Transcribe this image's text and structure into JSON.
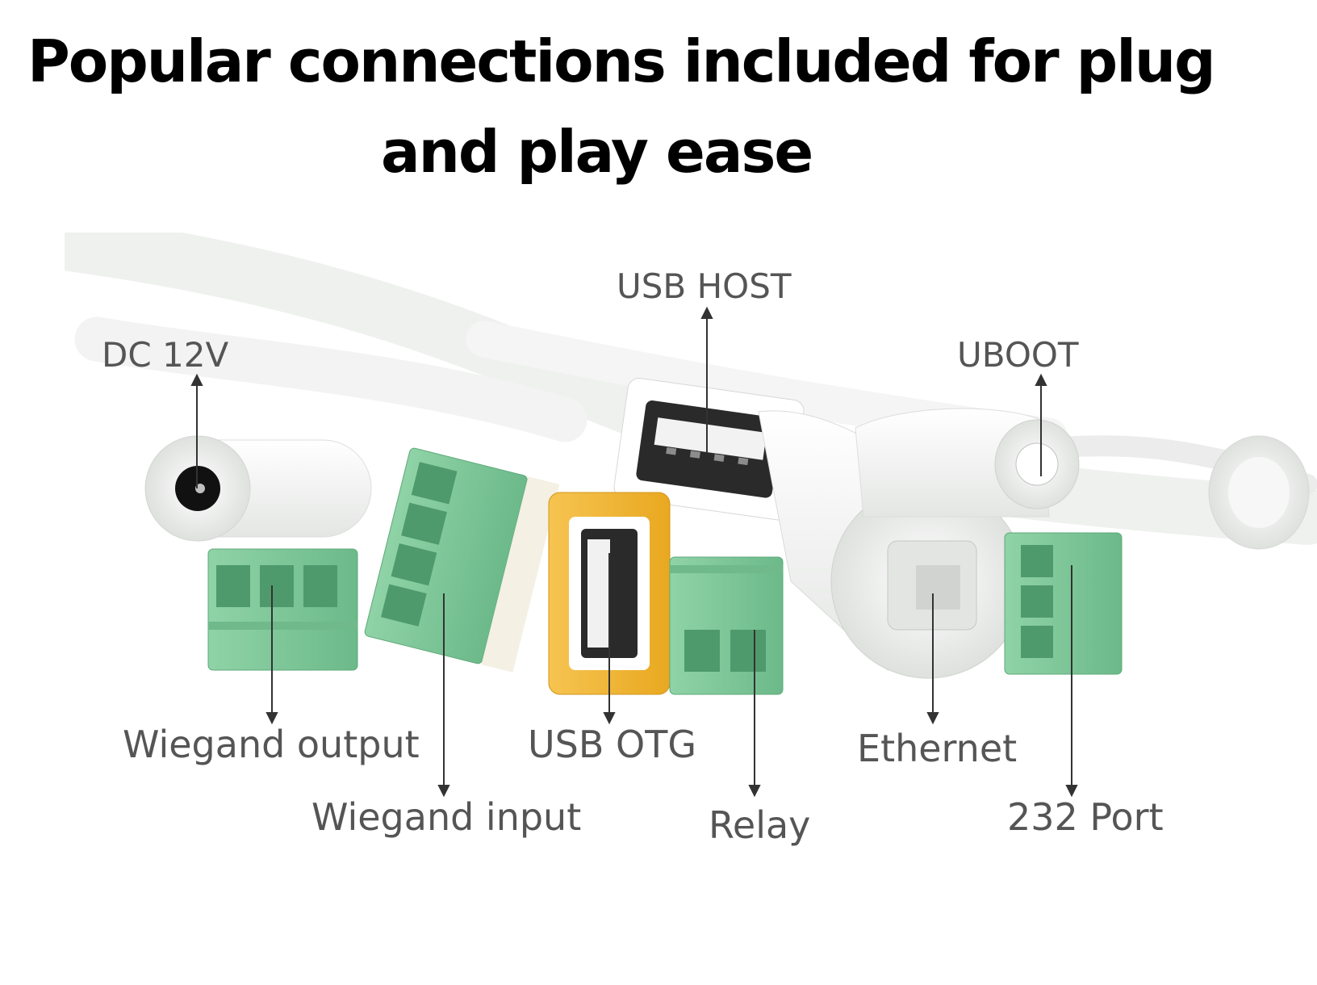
{
  "title": {
    "line1": "Popular connections included for plug",
    "line2": "and play ease"
  },
  "labels": {
    "dc12v": "DC 12V",
    "usb_host": "USB HOST",
    "uboot": "UBOOT",
    "wiegand_output": "Wiegand output",
    "wiegand_input": "Wiegand input",
    "usb_otg": "USB OTG",
    "relay": "Relay",
    "ethernet": "Ethernet",
    "port232": "232 Port"
  },
  "colors": {
    "terminal_green": "#7ec89a",
    "usb_otg_yellow": "#f2b530",
    "label_gray": "#555555"
  }
}
